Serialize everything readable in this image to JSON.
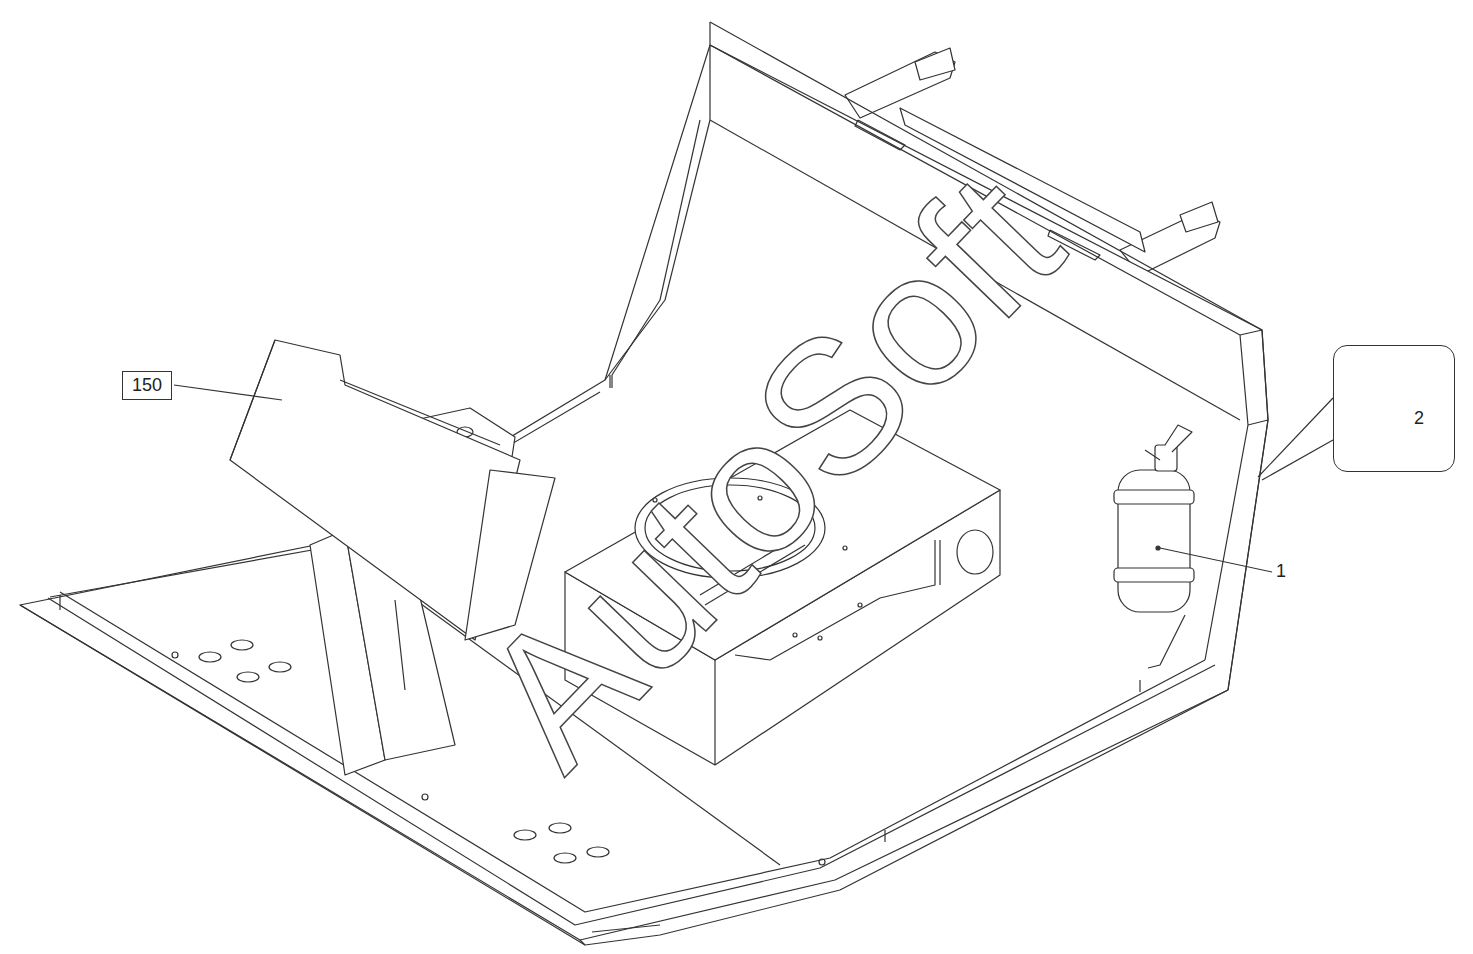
{
  "diagram": {
    "nodes": [
      {
        "text": [
          "150"
        ]
      },
      {
        "text": [
          "2"
        ]
      }
    ],
    "labels": [
      "1",
      "AutoSoft"
    ]
  }
}
